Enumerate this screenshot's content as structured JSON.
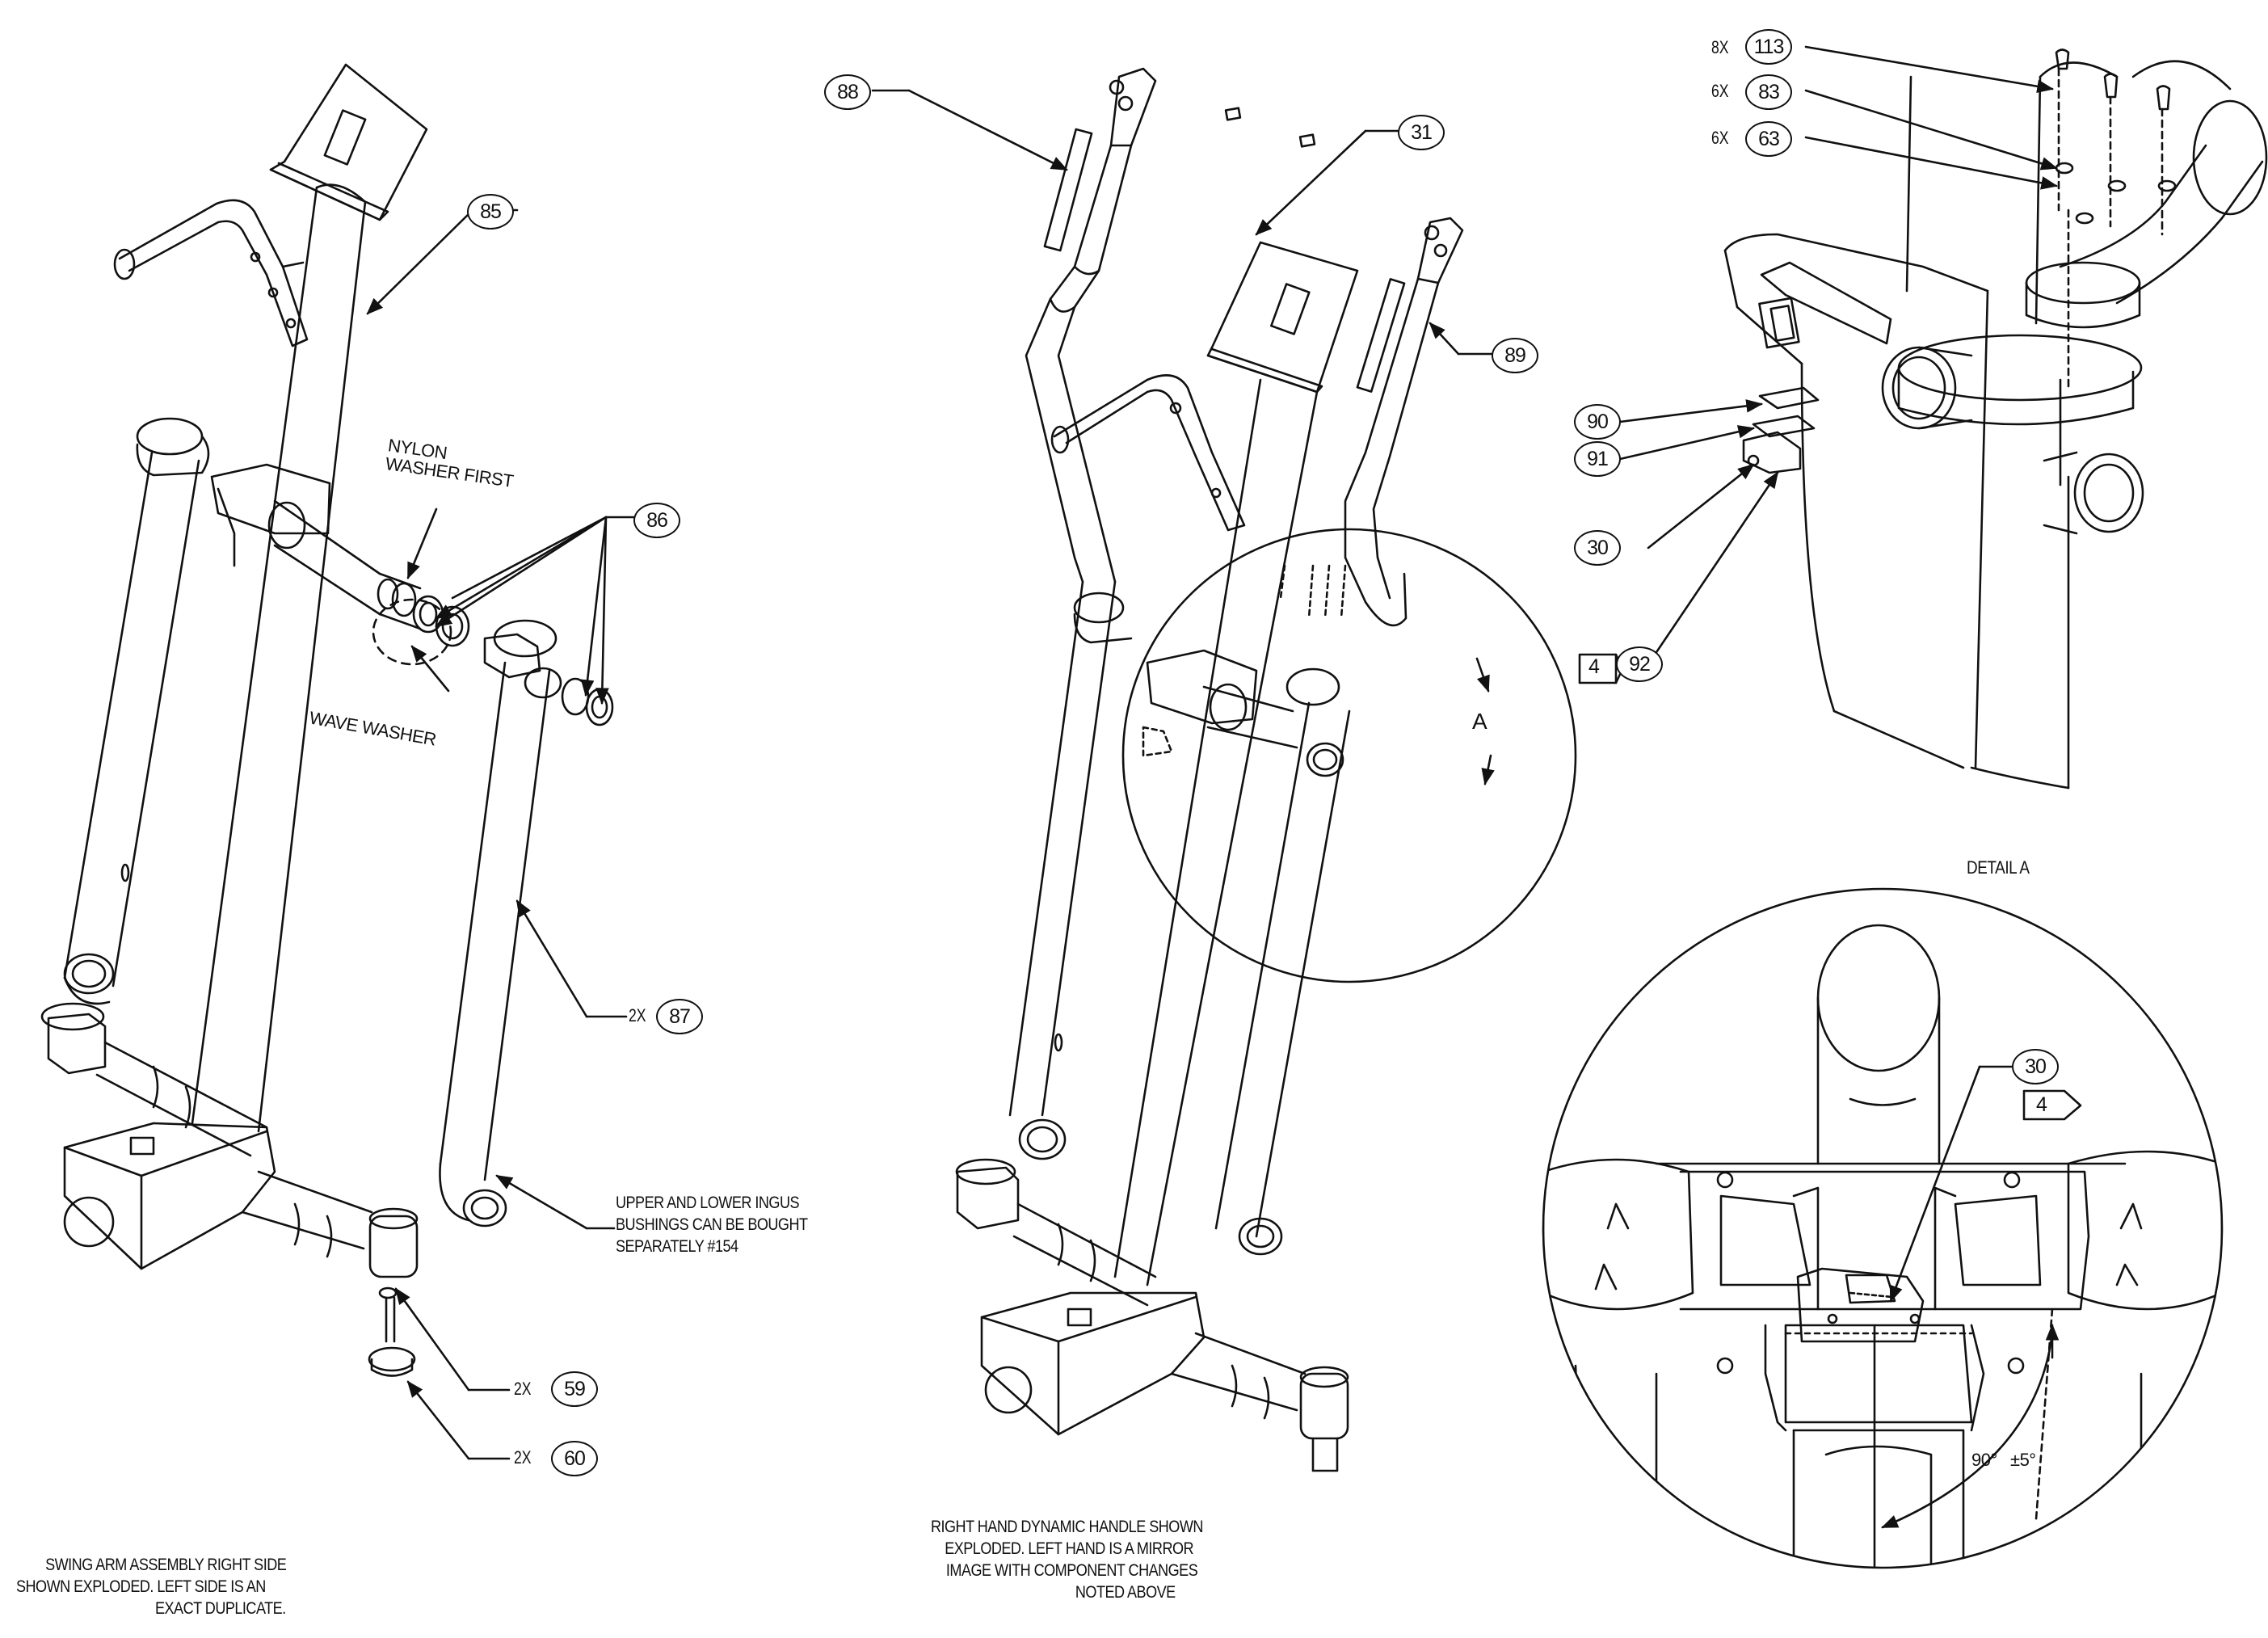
{
  "callouts": {
    "b85": "85",
    "b86": "86",
    "b87": "87",
    "b59": "59",
    "b60": "60",
    "b88": "88",
    "b31": "31",
    "b89": "89",
    "b113": "113",
    "b83": "83",
    "b63": "63",
    "b90": "90",
    "b91": "91",
    "b30": "30",
    "b92": "92",
    "b30b": "30"
  },
  "quantities": {
    "q87": "2X",
    "q59": "2X",
    "q60": "2X",
    "q113": "8X",
    "q83": "6X",
    "q63": "6X"
  },
  "flags": {
    "f92": "4",
    "f30b": "4"
  },
  "labels": {
    "nylon_1": "NYLON",
    "nylon_2": "WASHER FIRST",
    "wave": "WAVE WASHER",
    "detail_marker": "A",
    "detail_title": "DETAIL A",
    "angle": "90°",
    "tolerance": "±5°"
  },
  "notes": {
    "ingus": [
      "UPPER AND LOWER INGUS",
      "BUSHINGS CAN BE BOUGHT",
      "SEPARATELY #154"
    ],
    "swing": [
      "SWING ARM ASSEMBLY RIGHT SIDE",
      "SHOWN EXPLODED.  LEFT SIDE IS AN",
      "EXACT DUPLICATE."
    ],
    "handle": [
      "RIGHT HAND DYNAMIC HANDLE SHOWN",
      "EXPLODED.  LEFT HAND IS A MIRROR",
      "IMAGE WITH COMPONENT CHANGES",
      "NOTED ABOVE"
    ]
  }
}
